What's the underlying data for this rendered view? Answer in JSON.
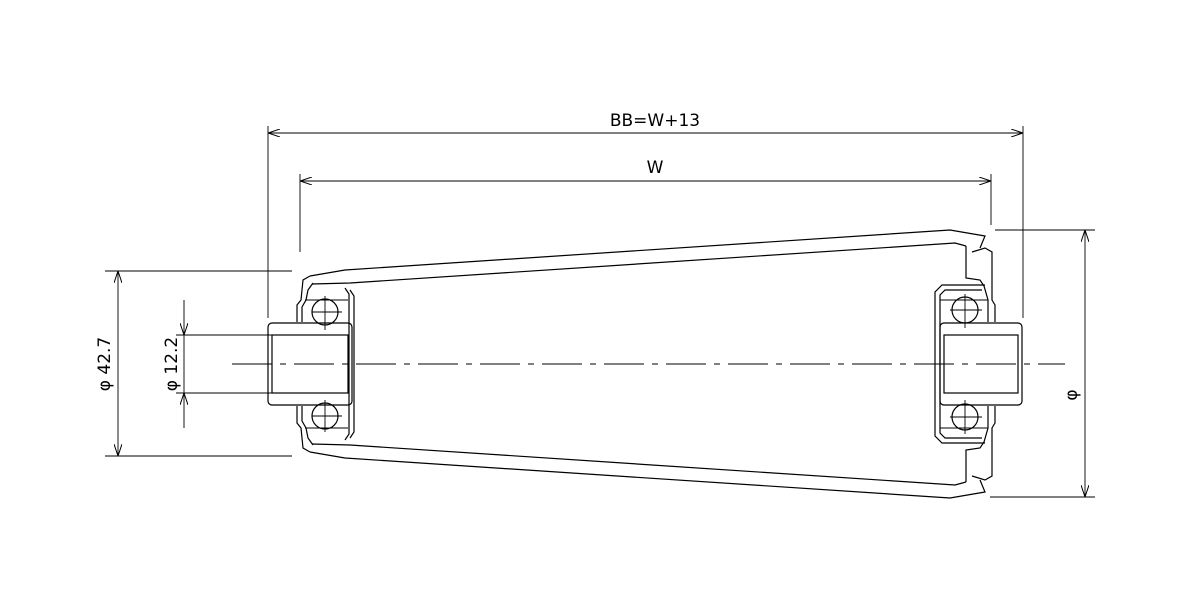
{
  "drawing": {
    "dimensions": {
      "overall_length": "BB=W+13",
      "roller_width": "W",
      "large_end_diameter": "φ 42.7",
      "shaft_bore_diameter": "φ 12.2",
      "small_end_diameter": "φ"
    },
    "colors": {
      "line": "#000000",
      "background": "#ffffff"
    }
  }
}
